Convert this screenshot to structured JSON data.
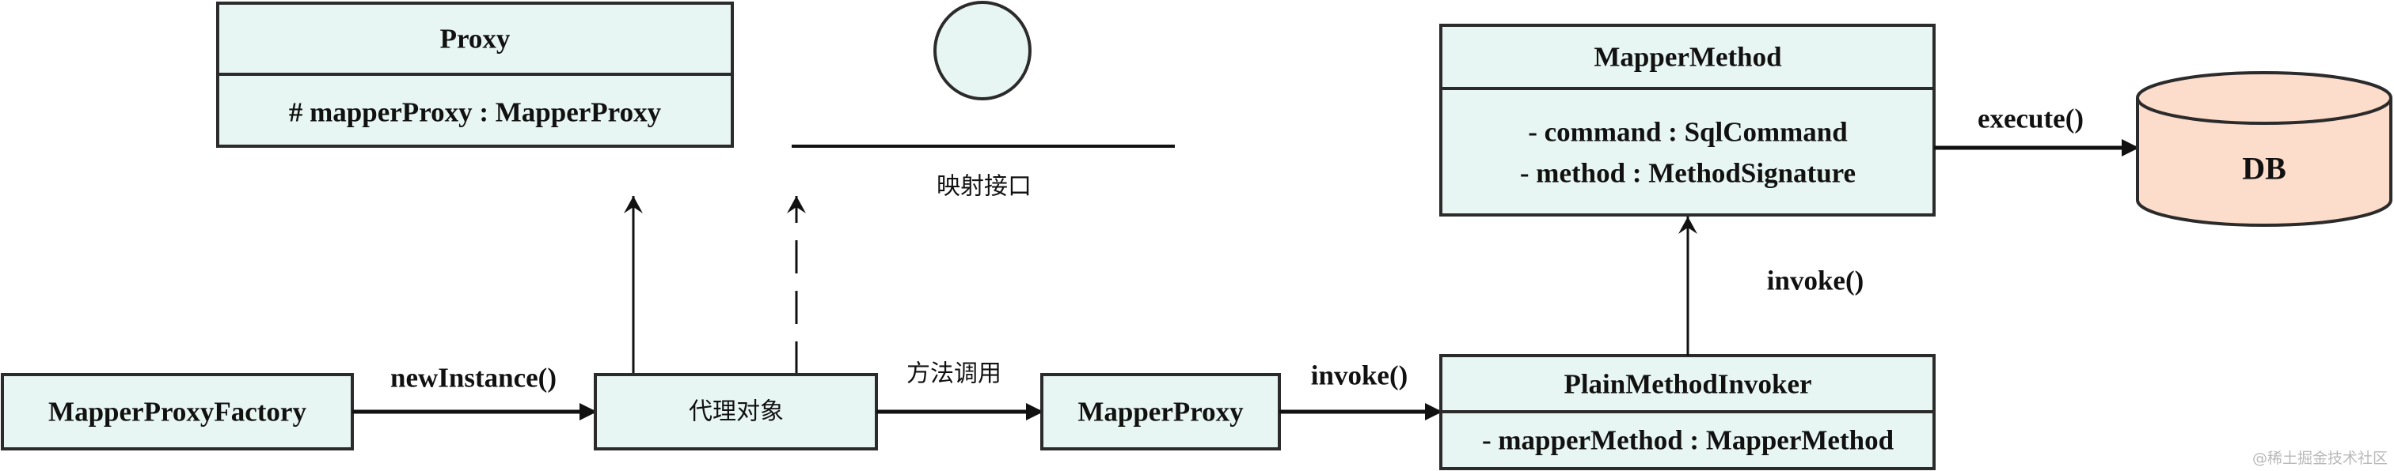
{
  "colors": {
    "class_fill": "#e8f6f3",
    "db_fill": "#fcdccb",
    "stroke": "#2b2b2b"
  },
  "proxy": {
    "name": "Proxy",
    "attribute": "# mapperProxy : MapperProxy"
  },
  "interface": {
    "label": "映射接口"
  },
  "factory": {
    "name": "MapperProxyFactory"
  },
  "proxy_object": {
    "name": "代理对象"
  },
  "mapper_proxy": {
    "name": "MapperProxy"
  },
  "plain_invoker": {
    "name": "PlainMethodInvoker",
    "attribute": "- mapperMethod : MapperMethod"
  },
  "mapper_method": {
    "name": "MapperMethod",
    "attributes": [
      "- command : SqlCommand",
      "- method : MethodSignature"
    ]
  },
  "db": {
    "name": "DB"
  },
  "edges": {
    "new_instance": "newInstance()",
    "method_call": "方法调用",
    "invoke_1": "invoke()",
    "invoke_2": "invoke()",
    "execute": "execute()"
  },
  "watermark": "@稀土掘金技术社区"
}
